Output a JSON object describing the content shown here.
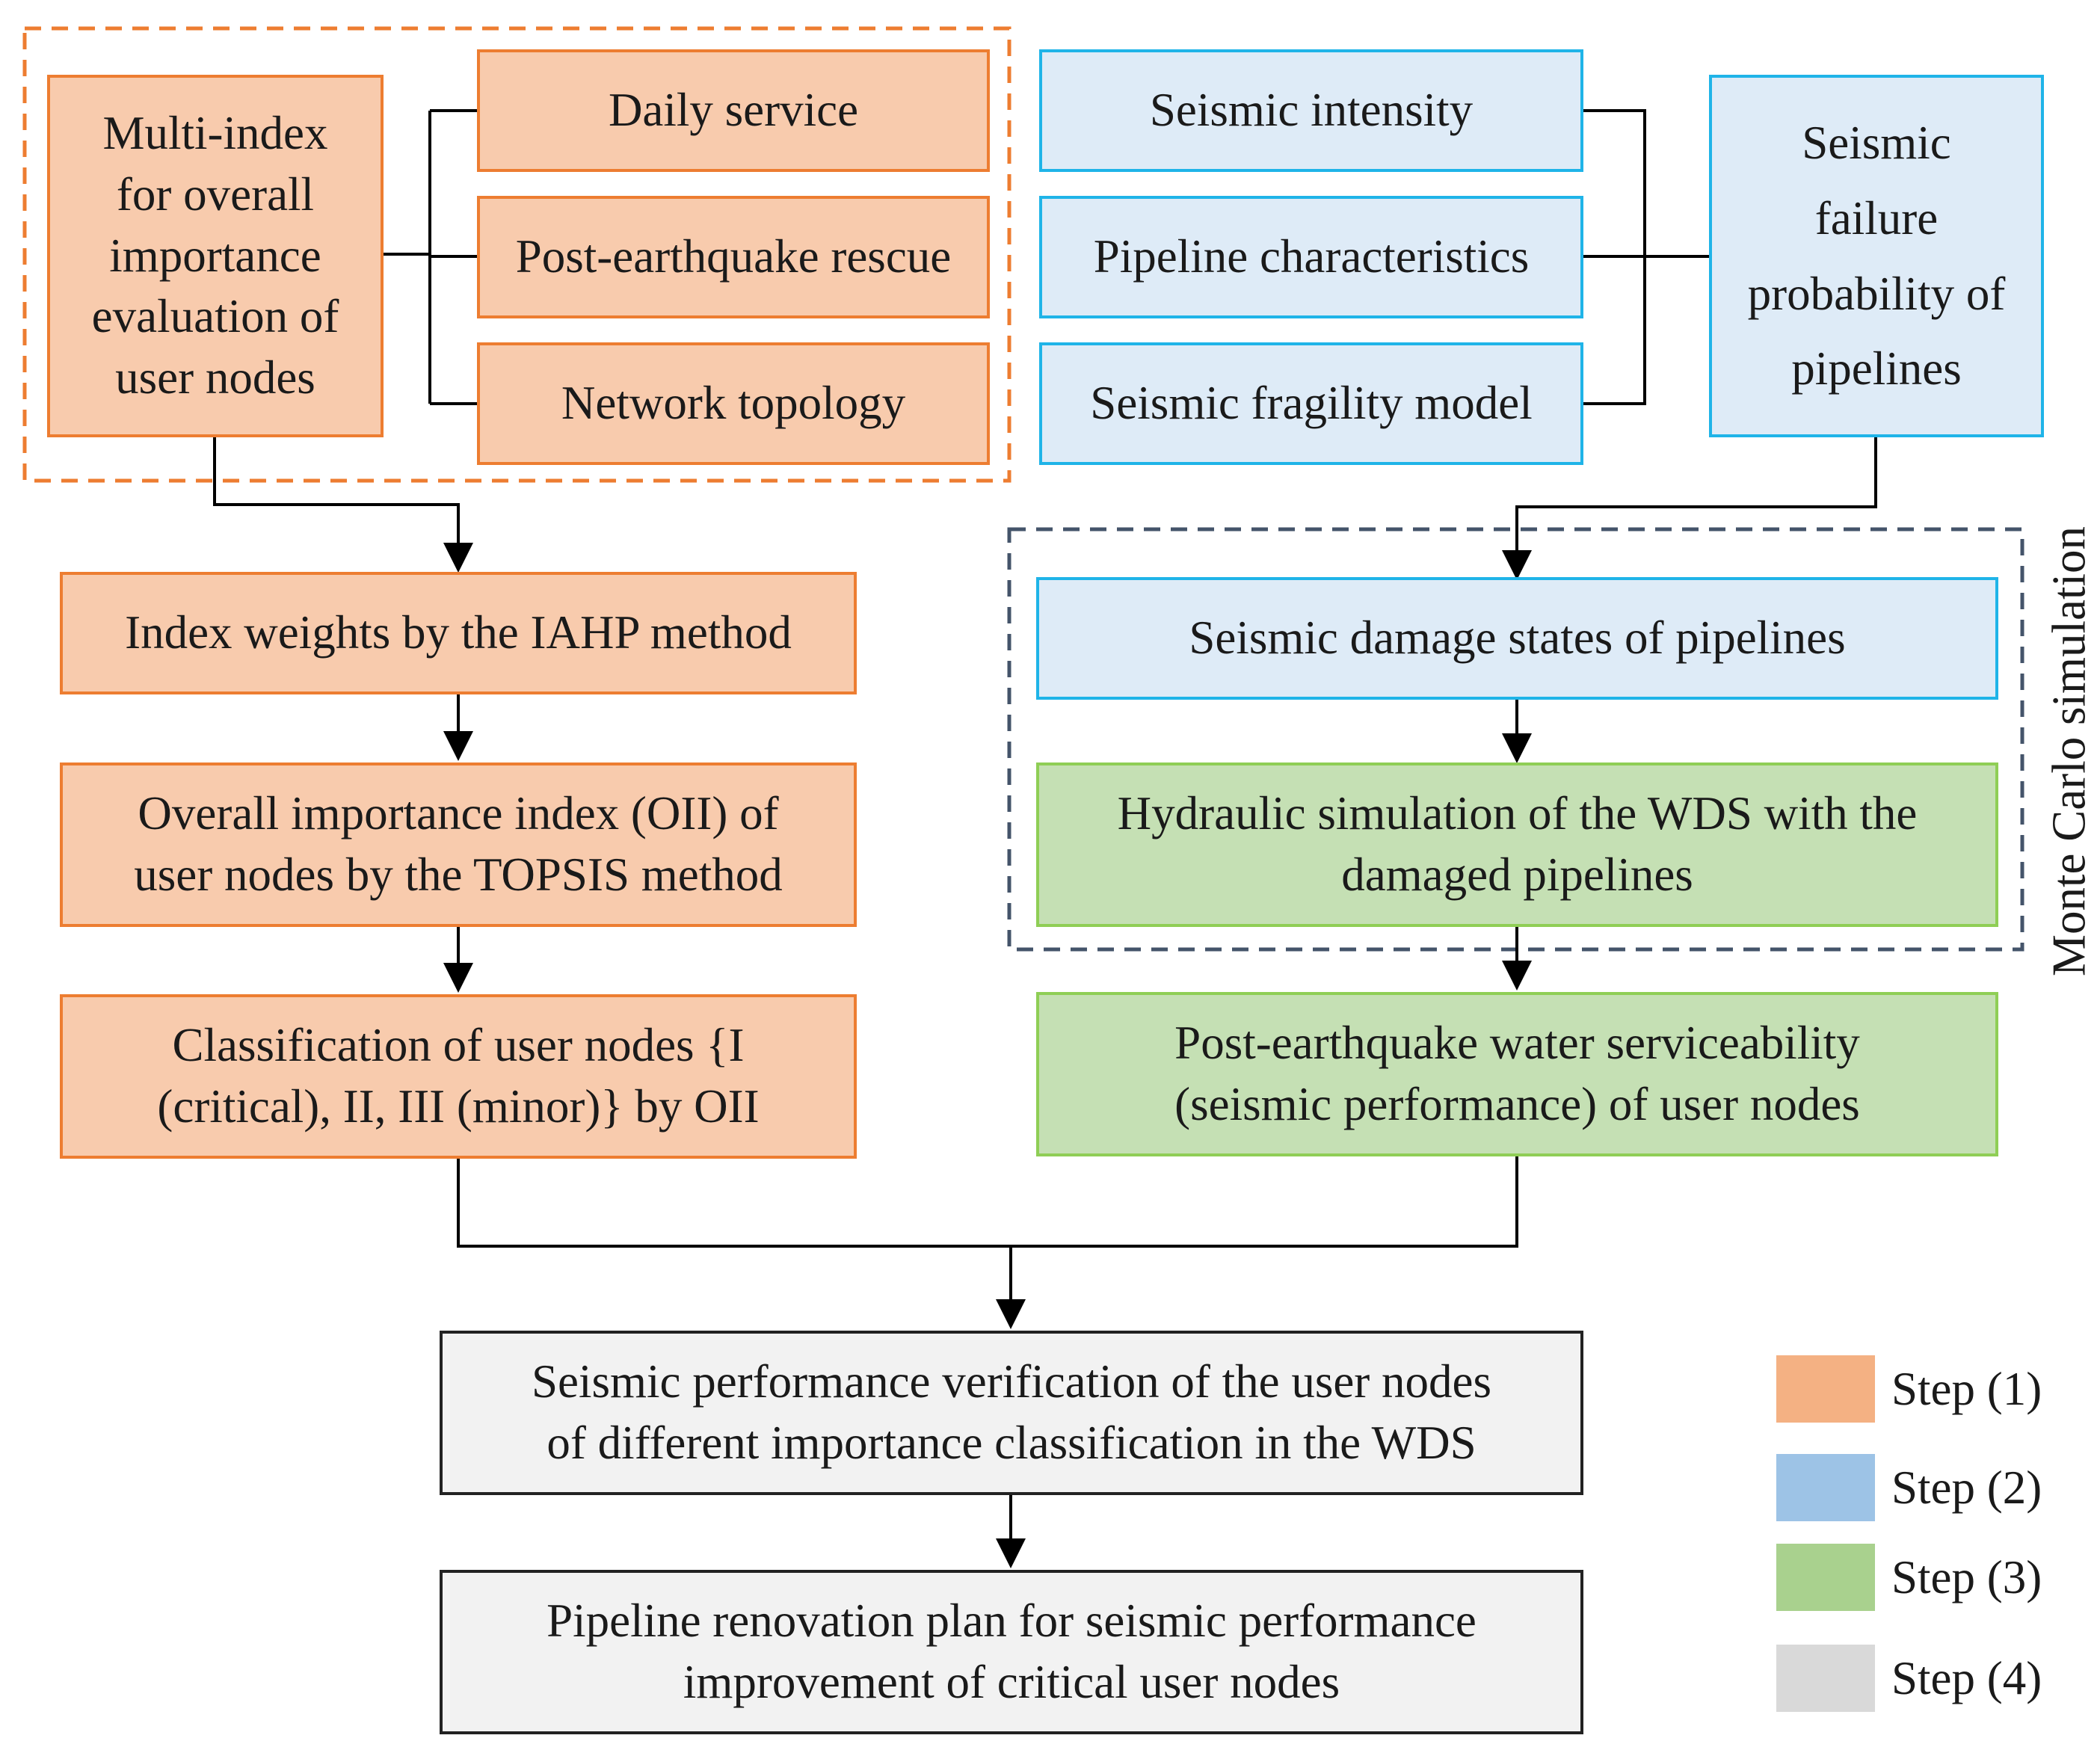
{
  "colors": {
    "step1_fill": "#f8cbad",
    "step1_border": "#ed7d31",
    "step2_fill": "#deebf7",
    "step2_border": "#1fb4e8",
    "step3_fill": "#c5e0b4",
    "step3_border": "#8fce55",
    "step4_fill": "#f2f2f2",
    "step4_border": "#222222",
    "legend_step1": "#f4b183",
    "legend_step2": "#9dc3e6",
    "legend_step3": "#a9d18e",
    "legend_step4": "#d9d9d9"
  },
  "step1": {
    "multi_index": "Multi-index\nfor overall\nimportance\nevaluation of\nuser nodes",
    "daily_service": "Daily service",
    "rescue": "Post-earthquake rescue",
    "topology": "Network topology",
    "iahp": "Index weights by the IAHP method",
    "oii": "Overall importance index (OII) of\nuser nodes by the TOPSIS method",
    "classification": "Classification of user nodes {I\n(critical), II, III (minor)} by OII"
  },
  "step2": {
    "intensity": "Seismic intensity",
    "pipeline_char": "Pipeline characteristics",
    "fragility": "Seismic fragility model",
    "failure_prob": "Seismic\nfailure\nprobability of\npipelines",
    "damage_states": "Seismic damage states of pipelines",
    "monte_carlo": "Monte Carlo simulation"
  },
  "step3": {
    "hydraulic": "Hydraulic simulation of the WDS with the\ndamaged pipelines",
    "serviceability": "Post-earthquake water serviceability\n(seismic performance) of user nodes"
  },
  "step4": {
    "verification": "Seismic performance verification of the user nodes\nof different importance classification in the WDS",
    "renovation": "Pipeline renovation plan for seismic performance\nimprovement of critical user nodes"
  },
  "legend": [
    "Step (1)",
    "Step (2)",
    "Step (3)",
    "Step (4)"
  ]
}
